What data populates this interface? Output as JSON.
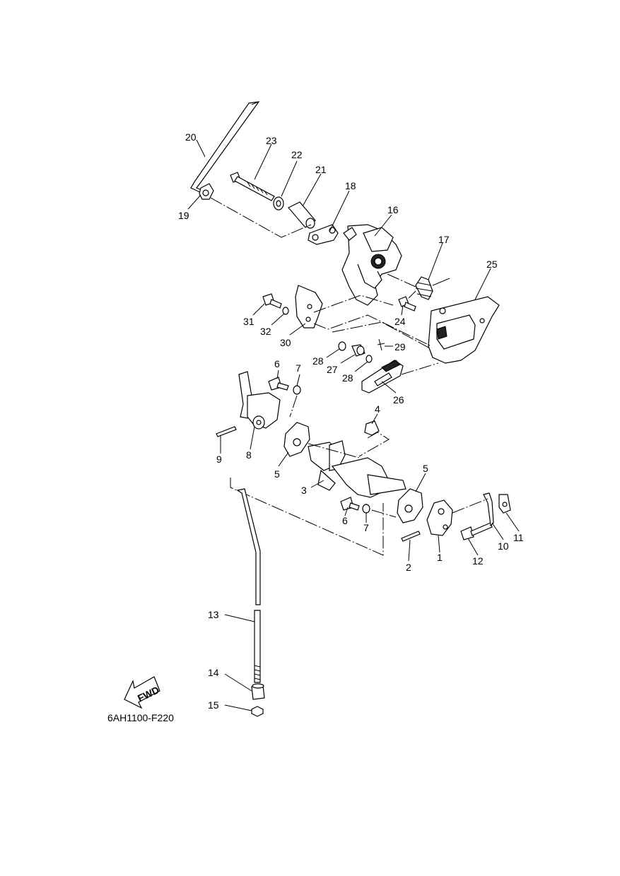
{
  "diagram_code": "6AH1100-F220",
  "fwd_label": "FWD",
  "callouts": [
    {
      "id": "c20",
      "text": "20"
    },
    {
      "id": "c23",
      "text": "23"
    },
    {
      "id": "c22",
      "text": "22"
    },
    {
      "id": "c21",
      "text": "21"
    },
    {
      "id": "c18",
      "text": "18"
    },
    {
      "id": "c19",
      "text": "19"
    },
    {
      "id": "c16",
      "text": "16"
    },
    {
      "id": "c17",
      "text": "17"
    },
    {
      "id": "c25",
      "text": "25"
    },
    {
      "id": "c31",
      "text": "31"
    },
    {
      "id": "c32",
      "text": "32"
    },
    {
      "id": "c30",
      "text": "30"
    },
    {
      "id": "c24",
      "text": "24"
    },
    {
      "id": "c29",
      "text": "29"
    },
    {
      "id": "c28a",
      "text": "28"
    },
    {
      "id": "c27",
      "text": "27"
    },
    {
      "id": "c28b",
      "text": "28"
    },
    {
      "id": "c26",
      "text": "26"
    },
    {
      "id": "c6a",
      "text": "6"
    },
    {
      "id": "c7a",
      "text": "7"
    },
    {
      "id": "c4",
      "text": "4"
    },
    {
      "id": "c9",
      "text": "9"
    },
    {
      "id": "c8",
      "text": "8"
    },
    {
      "id": "c5a",
      "text": "5"
    },
    {
      "id": "c3",
      "text": "3"
    },
    {
      "id": "c5b",
      "text": "5"
    },
    {
      "id": "c6b",
      "text": "6"
    },
    {
      "id": "c7b",
      "text": "7"
    },
    {
      "id": "c2",
      "text": "2"
    },
    {
      "id": "c1",
      "text": "1"
    },
    {
      "id": "c12",
      "text": "12"
    },
    {
      "id": "c10",
      "text": "10"
    },
    {
      "id": "c11",
      "text": "11"
    },
    {
      "id": "c13",
      "text": "13"
    },
    {
      "id": "c14",
      "text": "14"
    },
    {
      "id": "c15",
      "text": "15"
    }
  ]
}
